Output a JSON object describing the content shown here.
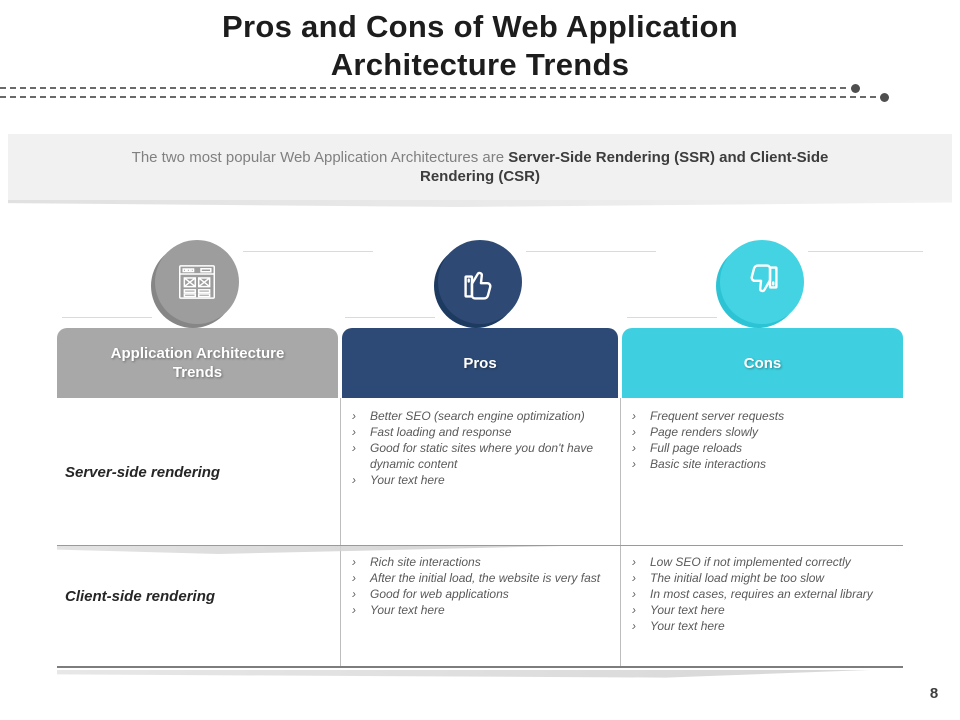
{
  "slide": {
    "title_line1": "Pros and Cons of Web Application",
    "title_line2": "Architecture Trends",
    "page_number": "8"
  },
  "banner": {
    "text_normal": "The two most popular Web Application Architectures are ",
    "text_bold": "Server-Side Rendering (SSR) and Client-Side Rendering (CSR)"
  },
  "icons": [
    {
      "name": "browser-wireframe-icon",
      "circle_color": "#9d9d9d",
      "ring_color": "#868686"
    },
    {
      "name": "thumbs-up-icon",
      "circle_color": "#2e4a74",
      "ring_color": "#1d3a60"
    },
    {
      "name": "thumbs-down-icon",
      "circle_color": "#44d3e2",
      "ring_color": "#2cc3d5"
    }
  ],
  "table": {
    "bullet_marker": "›",
    "headers": [
      {
        "label": "Application Architecture Trends",
        "color": "#a8a8a8"
      },
      {
        "label": "Pros",
        "color": "#2d4a76"
      },
      {
        "label": "Cons",
        "color": "#3ed0e0"
      }
    ],
    "rows": [
      {
        "label": "Server-side rendering",
        "pros": [
          "Better SEO (search engine optimization)",
          "Fast loading and response",
          "Good for static sites where you don't have dynamic content",
          "Your text here"
        ],
        "cons": [
          "Frequent server requests",
          "Page renders slowly",
          "Full page reloads",
          "Basic site interactions"
        ]
      },
      {
        "label": "Client-side rendering",
        "pros": [
          "Rich site interactions",
          "After the initial load, the website is very fast",
          "Good for web applications",
          "Your text here"
        ],
        "cons": [
          "Low SEO if not implemented correctly",
          "The initial load might be too slow",
          "In most cases, requires an external library",
          "Your text here",
          "Your text here"
        ]
      }
    ]
  }
}
